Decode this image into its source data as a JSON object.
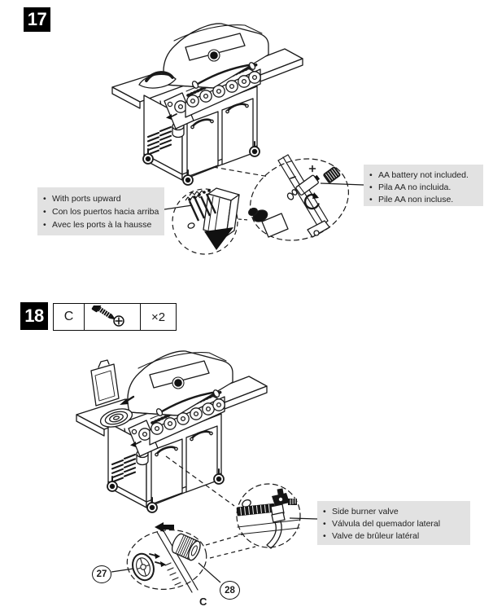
{
  "document": {
    "type": "grill-assembly-manual-page",
    "background": "#ffffff",
    "line_color": "#1a1a1a",
    "callout_background": "#e2e2e2",
    "bullet": "•"
  },
  "step17": {
    "number": "17",
    "ports_callout": [
      "With ports upward",
      "Con los puertos hacia arriba",
      "Avec les ports à la hausse"
    ],
    "battery_callout": [
      "AA battery not included.",
      "Pila AA no incluida.",
      "Pile AA non incluse."
    ]
  },
  "step18": {
    "number": "18",
    "parts_box": {
      "part_letter": "C",
      "part_icon": "screw-icon",
      "quantity": "×2"
    },
    "valve_callout": [
      "Side burner valve",
      "Válvula del quemador lateral",
      "Valve de brûleur latéral"
    ],
    "part_labels": {
      "valve_knob": "27",
      "valve_cap": "28",
      "screw": "C"
    }
  }
}
